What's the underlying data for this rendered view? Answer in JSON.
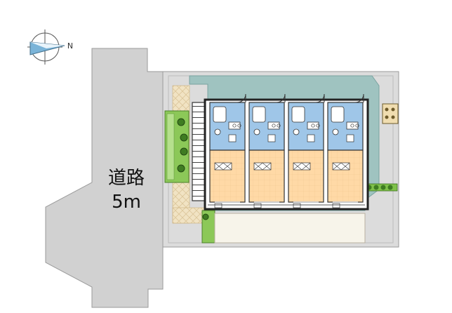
{
  "road": {
    "name": "道路",
    "width": "5m"
  },
  "compass": {
    "north_label": "N",
    "icon": "north-arrow-icon"
  },
  "units": {
    "count": 4
  },
  "colors": {
    "road": "#d1d1d1",
    "courtyard": "#9fc3c0",
    "site_gray": "#dcdcdc",
    "unit_wet_area": "#9fc6e8",
    "unit_room": "#ffd9a6",
    "planting": "#7fc14a",
    "paving": "#f1e3c3"
  }
}
